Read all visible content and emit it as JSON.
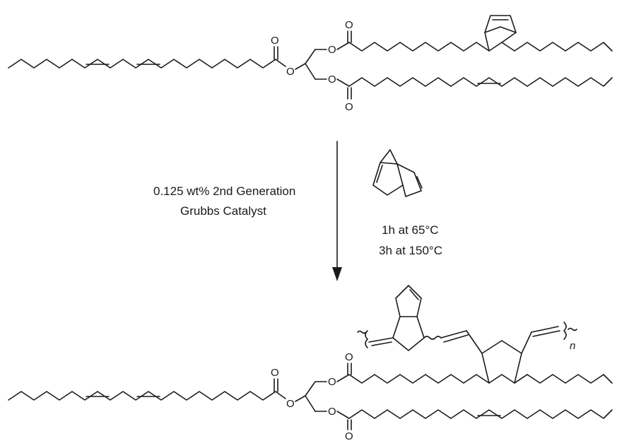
{
  "reaction": {
    "catalyst_line1": "0.125 wt% 2nd Generation",
    "catalyst_line2": "Grubbs Catalyst",
    "condition1": "1h at 65°C",
    "condition2": "3h at 150°C",
    "repeat_subscript": "n"
  },
  "atoms": {
    "oxygen": "O"
  },
  "colors": {
    "ink": "#1a1a1a",
    "background": "#ffffff"
  }
}
